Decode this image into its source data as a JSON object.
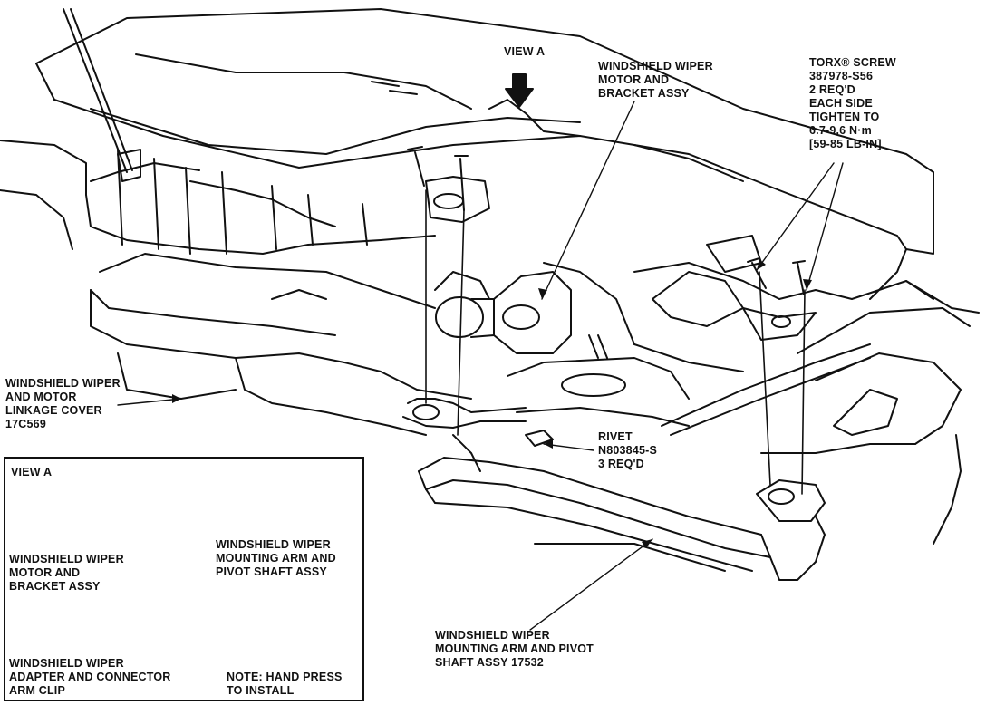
{
  "labels": {
    "view_a_arrow": "VIEW A",
    "motor_bracket": [
      "WINDSHIELD WIPER",
      "MOTOR AND",
      "BRACKET ASSY"
    ],
    "torx_screw": [
      "TORX® SCREW",
      "387978-S56",
      "2 REQ'D",
      "EACH SIDE",
      "TIGHTEN TO",
      "6.7-9.6 N·m",
      "[59-85 LB-IN]"
    ],
    "linkage_cover": [
      "WINDSHIELD WIPER",
      "AND MOTOR",
      "LINKAGE COVER",
      "17C569"
    ],
    "rivet": [
      "RIVET",
      "N803845-S",
      "3 REQ'D"
    ],
    "arm_pivot_main": [
      "WINDSHIELD WIPER",
      "MOUNTING ARM AND PIVOT",
      "SHAFT ASSY 17532"
    ]
  },
  "inset": {
    "title": "VIEW A",
    "motor_bracket": [
      "WINDSHIELD WIPER",
      "MOTOR AND",
      "BRACKET ASSY"
    ],
    "arm_pivot": [
      "WINDSHIELD WIPER",
      "MOUNTING ARM AND",
      "PIVOT SHAFT ASSY"
    ],
    "adapter_clip": [
      "WINDSHIELD WIPER",
      "ADAPTER AND CONNECTOR",
      "ARM CLIP"
    ],
    "note": [
      "NOTE: HAND PRESS",
      "TO INSTALL"
    ]
  }
}
